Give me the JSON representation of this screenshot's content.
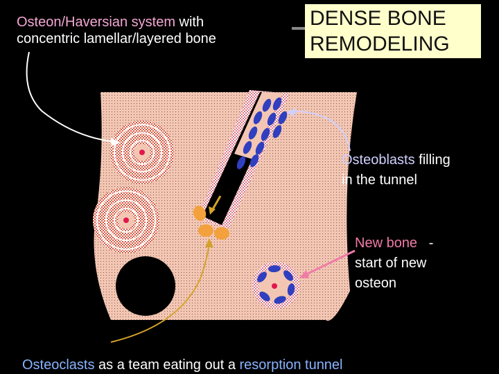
{
  "title": {
    "line1": "DENSE BONE",
    "line2": "REMODELING"
  },
  "labels": {
    "osteon_term": "Osteon/Haversian system",
    "osteon_rest_1": " with",
    "osteon_rest_2": "concentric lamellar/layered bone",
    "osteoblasts_term": "Osteoblasts",
    "osteoblasts_rest_1": " filling",
    "osteoblasts_rest_2": "in the tunnel",
    "newbone_term": "New bone",
    "newbone_rest_1": "   -",
    "newbone_rest_2": "start of new",
    "newbone_rest_3": "osteon",
    "osteoclasts_term": "Osteoclasts",
    "osteoclasts_mid": " as a team eating out a ",
    "osteoclasts_tail": "resorption tunnel"
  },
  "colors": {
    "background": "#000000",
    "title_box": "#ffffcc",
    "bone_matrix": "#f3c6b3",
    "lamellae": "#d7573f",
    "osteoblast": "#2f3fbf",
    "osteoclast": "#f3a13c",
    "pointer_osteon": "#ffffff",
    "pointer_osteoblasts": "#d0d0ff",
    "pointer_newbone": "#f07aa8",
    "pointer_osteoclasts": "#d4a22a"
  }
}
